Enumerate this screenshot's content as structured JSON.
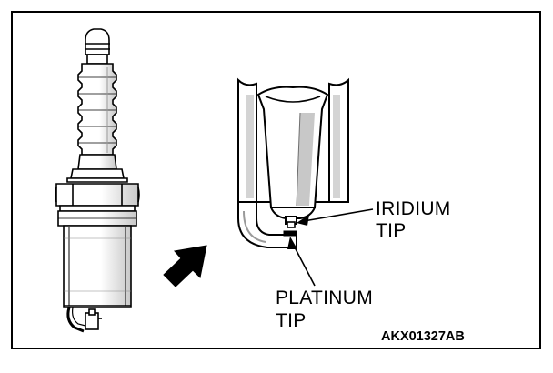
{
  "labels": {
    "iridium_line1": "IRIDIUM",
    "iridium_line2": "TIP",
    "platinum_line1": "PLATINUM",
    "platinum_line2": "TIP",
    "figure_code": "AKX01327AB"
  },
  "colors": {
    "ink": "#000000",
    "paper": "#ffffff",
    "shade": "#a8a8a8",
    "shade_dark": "#6e6e6e"
  },
  "icons": {
    "pointer": "arrow-pointing-up-right"
  }
}
